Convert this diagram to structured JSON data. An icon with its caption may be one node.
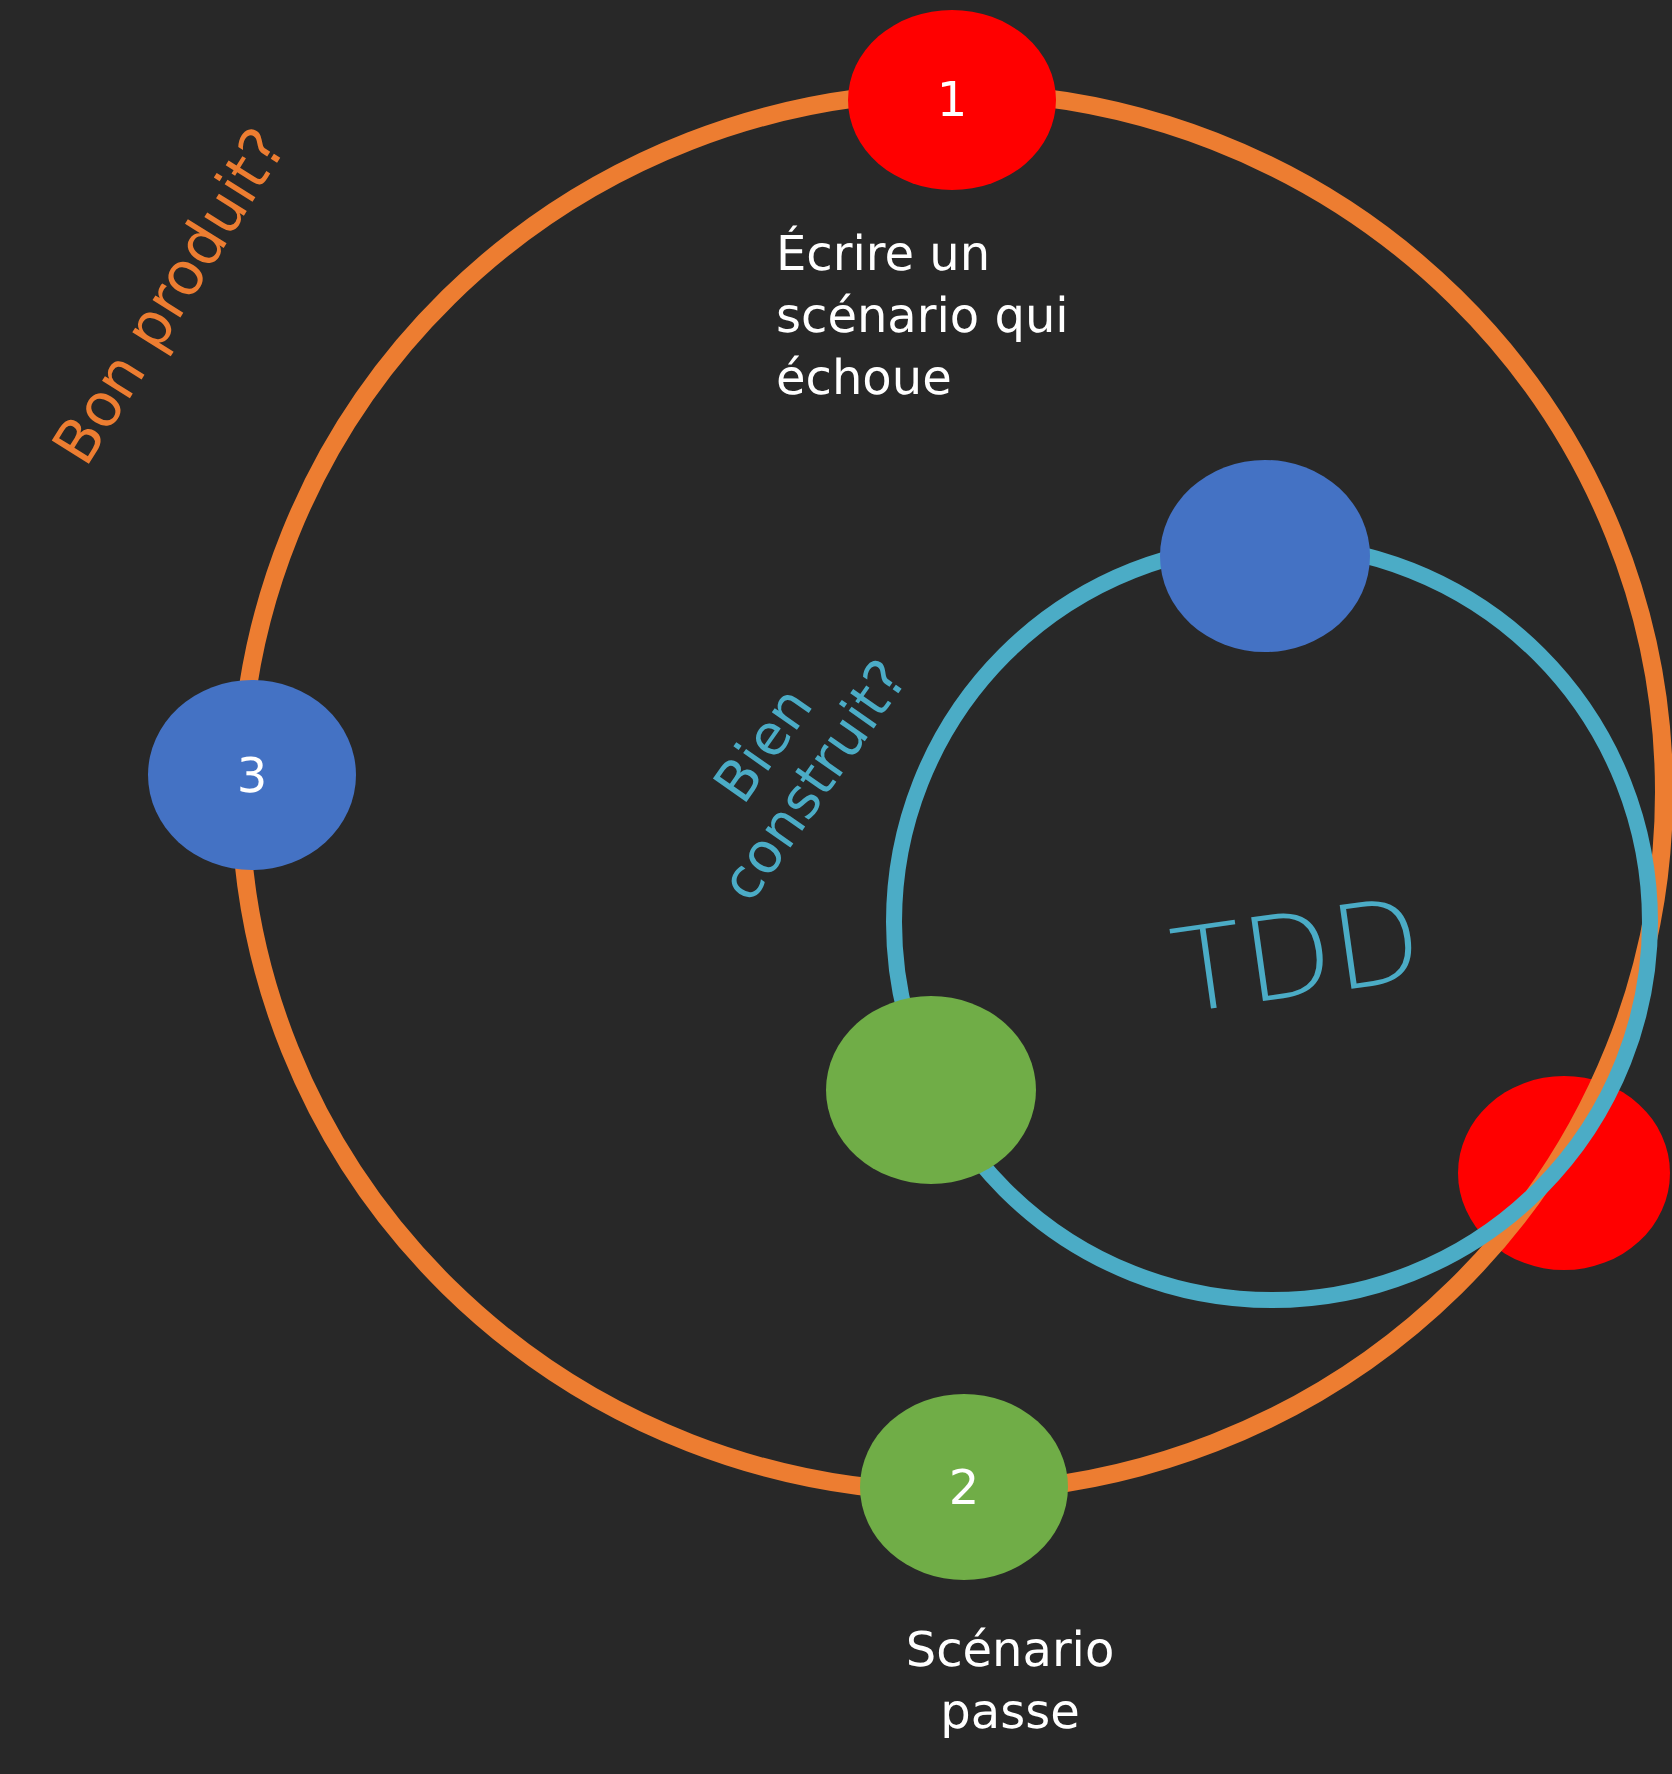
{
  "diagram": {
    "nodes": [
      {
        "text": [
          "1"
        ],
        "beside": [
          "Écrire un scénario qui échoue"
        ]
      },
      {
        "text": [],
        "shape": "circle"
      },
      {
        "text": [
          "3"
        ]
      },
      {
        "text": [],
        "shape": "circle"
      },
      {
        "text": [],
        "shape": "circle"
      },
      {
        "text": [
          "2"
        ],
        "beside": [
          "Scénario passe"
        ]
      }
    ],
    "labels": [
      "Bon produit?",
      "Bien construit?",
      "TDD"
    ]
  }
}
